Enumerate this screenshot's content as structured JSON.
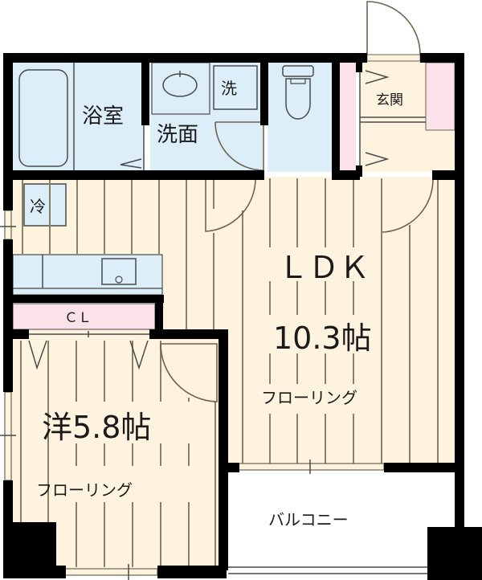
{
  "colors": {
    "wall": "#000000",
    "flooring": "#fdf3df",
    "wet_area": "#dceef8",
    "storage": "#fbe1ea",
    "balcony": "#ffffff",
    "floor_line": "#8a7f63"
  },
  "rooms": {
    "bath": {
      "label": "浴室"
    },
    "washroom": {
      "label": "洗面"
    },
    "washer": {
      "label": "洗"
    },
    "fridge": {
      "label": "冷"
    },
    "entrance": {
      "label": "玄関"
    },
    "closet": {
      "label": "ＣＬ"
    },
    "ldk": {
      "label": "ＬＤＫ",
      "size": "10.3帖",
      "floor": "フローリング"
    },
    "western": {
      "label": "洋5.8帖",
      "floor": "フローリング"
    },
    "balcony": {
      "label": "バルコニー"
    }
  }
}
